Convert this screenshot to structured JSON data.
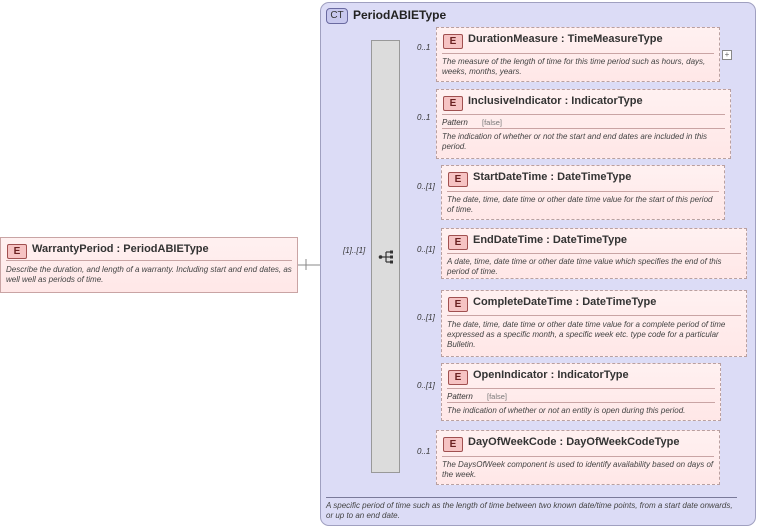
{
  "complex_type": {
    "badge": "CT",
    "name": "PeriodABIEType",
    "documentation": "A specific period of time such as the length of time between two known date/time points, from a start date onwards, or up to an end date."
  },
  "root": {
    "badge": "E",
    "title": "WarrantyPeriod : PeriodABIEType",
    "documentation": "Describe the duration, and length of a warranty. Including start and end dates, as well well as periods of time.",
    "sequence_cardinality": "[1]..[1]"
  },
  "elements": [
    {
      "badge": "E",
      "title": "DurationMeasure : TimeMeasureType",
      "cardinality": "0..1",
      "documentation": "The measure of the length of time for this time period such as hours, days, weeks, months, years."
    },
    {
      "badge": "E",
      "title": "InclusiveIndicator : IndicatorType",
      "cardinality": "0..1",
      "pattern_label": "Pattern",
      "pattern_value": "[false]",
      "documentation": "The indication of whether or not the start and end dates are included in this period."
    },
    {
      "badge": "E",
      "title": "StartDateTime : DateTimeType",
      "cardinality": "0..[1]",
      "documentation": "The date, time, date time or other date time value for the start of this period of time."
    },
    {
      "badge": "E",
      "title": "EndDateTime : DateTimeType",
      "cardinality": "0..[1]",
      "documentation": "A date, time, date time or other date time value which specifies the end of this period of time."
    },
    {
      "badge": "E",
      "title": "CompleteDateTime : DateTimeType",
      "cardinality": "0..[1]",
      "documentation": "The date, time, date time or other date time value for a complete period of time expressed as a specific month, a specific week etc. type code for a particular Bulletin."
    },
    {
      "badge": "E",
      "title": "OpenIndicator : IndicatorType",
      "cardinality": "0..[1]",
      "pattern_label": "Pattern",
      "pattern_value": "[false]",
      "documentation": "The indication of whether or not an entity is open during this period."
    },
    {
      "badge": "E",
      "title": "DayOfWeekCode : DayOfWeekCodeType",
      "cardinality": "0..1",
      "documentation": "The DaysOfWeek component is used to identify availability based on days of the week."
    }
  ],
  "expand_symbol": "+"
}
